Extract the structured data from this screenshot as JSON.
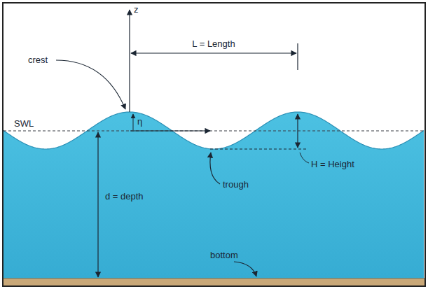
{
  "diagram": {
    "labels": [
      "z",
      "crest",
      "L = Length",
      "SWL",
      "η",
      "H = Height",
      "d = depth",
      "trough",
      "bottom"
    ]
  }
}
